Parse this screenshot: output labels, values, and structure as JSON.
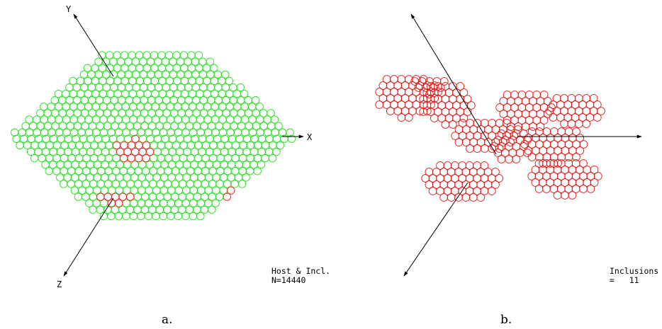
{
  "panel_a": {
    "axis_y_label": "Y",
    "axis_x_label": "X",
    "axis_z_label": "Z",
    "legend_line1": "Host & Incl.",
    "legend_line2": "N=14440",
    "caption": "a."
  },
  "panel_b": {
    "legend_line1": "Inclusions",
    "legend_line2": "=   11",
    "caption": "b."
  },
  "colors": {
    "host": "#22e01c",
    "inclusion": "#e41b1b",
    "axis": "#000000"
  }
}
